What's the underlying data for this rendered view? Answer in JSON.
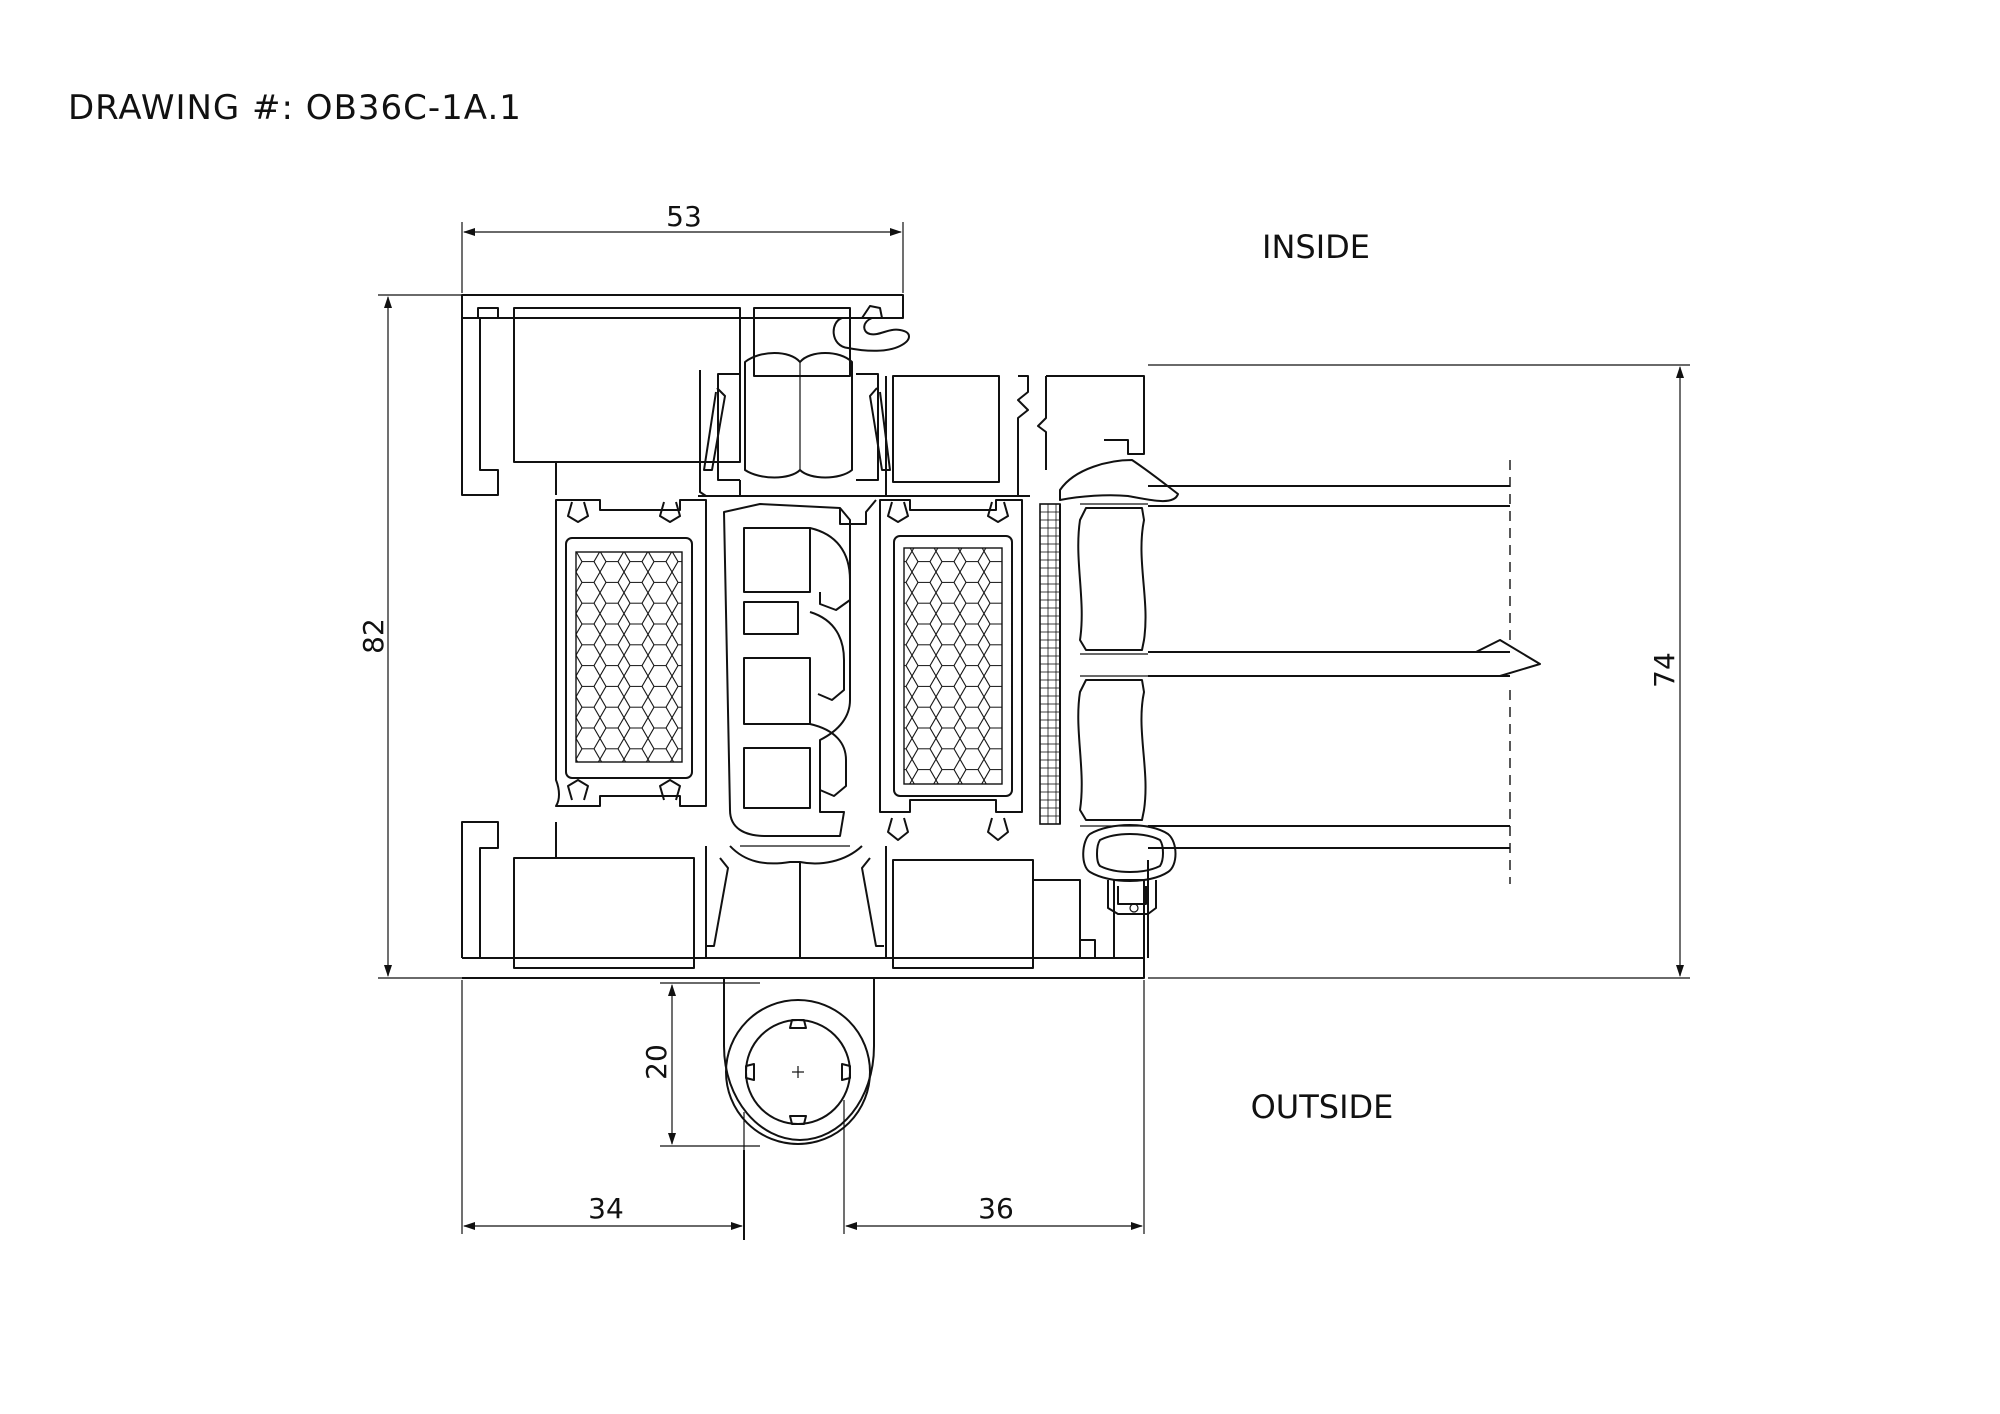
{
  "drawing": {
    "title": "DRAWING #: OB36C-1A.1",
    "labels": {
      "inside": "INSIDE",
      "outside": "OUTSIDE"
    },
    "dimensions": {
      "overall_width": "53",
      "overall_height": "82",
      "glazing_height": "74",
      "bottom_left_width": "34",
      "bottom_right_width": "36",
      "hinge_depth": "20"
    }
  }
}
